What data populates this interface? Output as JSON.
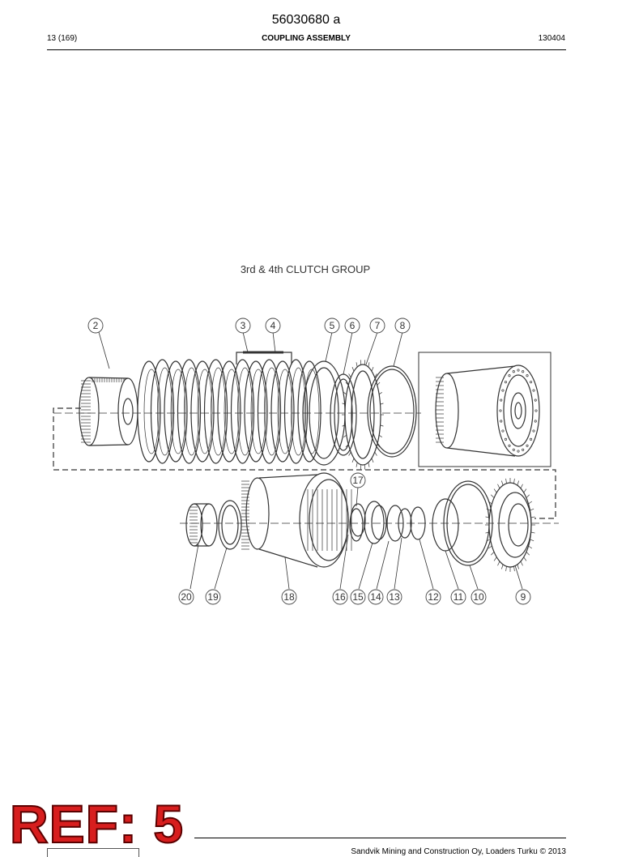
{
  "header": {
    "doc_number": "56030680 a",
    "page_count": "13 (169)",
    "title": "COUPLING ASSEMBLY",
    "date_code": "130404"
  },
  "figure": {
    "title": "3rd & 4th CLUTCH GROUP",
    "callouts": [
      "2",
      "3",
      "4",
      "5",
      "6",
      "7",
      "8",
      "17",
      "20",
      "19",
      "18",
      "16",
      "15",
      "14",
      "13",
      "12",
      "11",
      "10",
      "9"
    ]
  },
  "stamp": {
    "text": "REF: 5"
  },
  "footer": {
    "text": "Sandvik Mining and Construction Oy, Loaders Turku © 2013"
  },
  "colors": {
    "stamp_red": "#d71e1e",
    "line_art": "#333333"
  }
}
